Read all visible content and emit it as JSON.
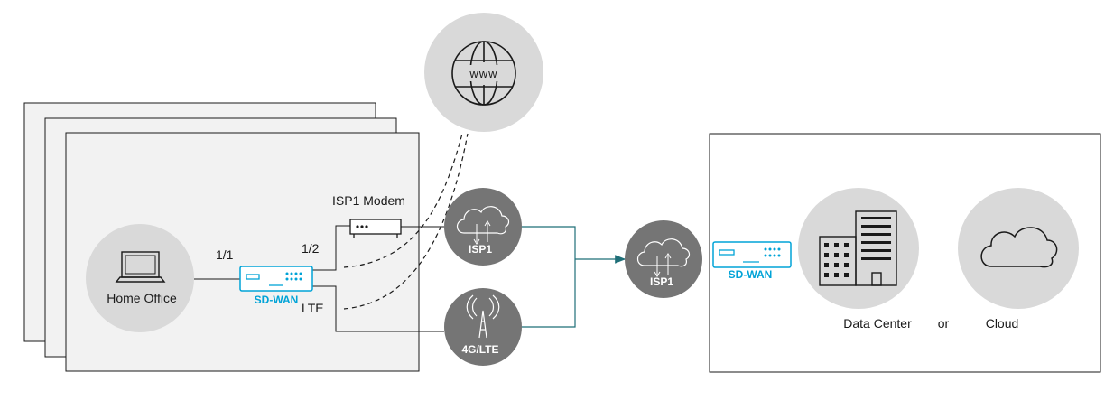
{
  "colors": {
    "accent": "#00a3d7",
    "teal_line": "#1f6f78",
    "dark_circle": "#757575",
    "light_circle": "#d9d9d9",
    "panel_bg": "#f2f2f2",
    "stroke": "#1a1a1a"
  },
  "branch": {
    "home_office_label": "Home Office",
    "port_1_label": "1/1",
    "port_2_label": "1/2",
    "lte_label": "LTE",
    "modem_label": "ISP1 Modem",
    "sdwan_label": "SD-WAN"
  },
  "internet": {
    "icon": "globe-icon",
    "globe_text": "www"
  },
  "transport": {
    "isp1_label": "ISP1",
    "lte_label": "4G/LTE",
    "hub_isp1_label": "ISP1"
  },
  "destination": {
    "sdwan_label": "SD-WAN",
    "data_center_label": "Data Center",
    "or_label": "or",
    "cloud_label": "Cloud"
  }
}
